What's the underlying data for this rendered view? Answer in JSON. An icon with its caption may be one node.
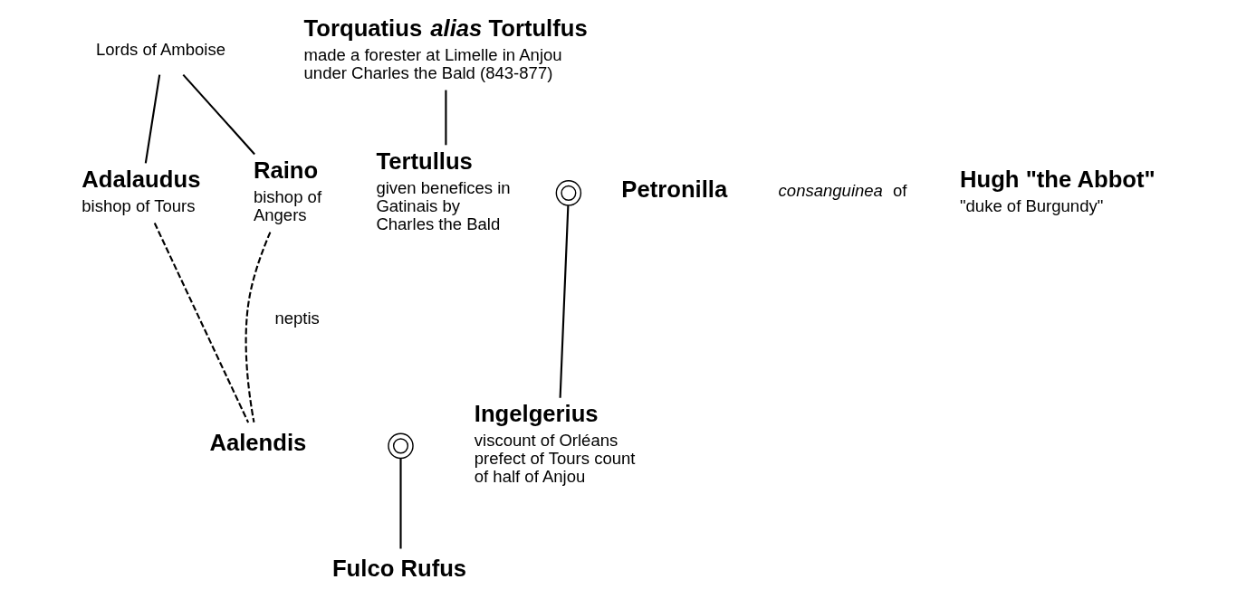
{
  "diagram": {
    "nodes": [
      {
        "text": [
          "Lords of Amboise"
        ]
      },
      {
        "text": [
          "Adalaudus",
          "bishop of Tours"
        ]
      },
      {
        "text": [
          "Raino",
          "bishop of Angers"
        ]
      },
      {
        "text": [
          "Torquatius *alias* Tortulfus",
          "made a forester at Limelle in Anjou under Charles the Bald (843-877)"
        ]
      },
      {
        "text": [
          "Tertullus",
          "given benefices in Gatinais by Charles the Bald"
        ]
      },
      {
        "text": [],
        "shape": "circle"
      },
      {
        "text": [
          "Petronilla"
        ]
      },
      {
        "text": [
          "Hugh \"the Abbot\"",
          "\"duke of Burgundy\""
        ]
      },
      {
        "text": [
          "Aalendis"
        ]
      },
      {
        "text": [],
        "shape": "circle"
      },
      {
        "text": [
          "Ingelgerius",
          "viscount of Orléans prefect of Tours count of half of Anjou"
        ]
      },
      {
        "text": [
          "Fulco Rufus"
        ]
      }
    ],
    "edges": [
      {
        "from": 0,
        "to": 1,
        "arrow": "none"
      },
      {
        "from": 0,
        "to": 2,
        "arrow": "none"
      },
      {
        "from": 3,
        "to": 4,
        "arrow": "none"
      },
      {
        "from": 1,
        "to": 8,
        "arrow": "none",
        "style": "dashed"
      },
      {
        "from": 2,
        "to": 8,
        "arrow": "none",
        "style": "dashed"
      },
      {
        "from": 5,
        "to": 10,
        "arrow": "none"
      },
      {
        "from": 9,
        "to": 11,
        "arrow": "none"
      }
    ],
    "labels": [
      "*consanguinea* of",
      "neptis"
    ]
  }
}
